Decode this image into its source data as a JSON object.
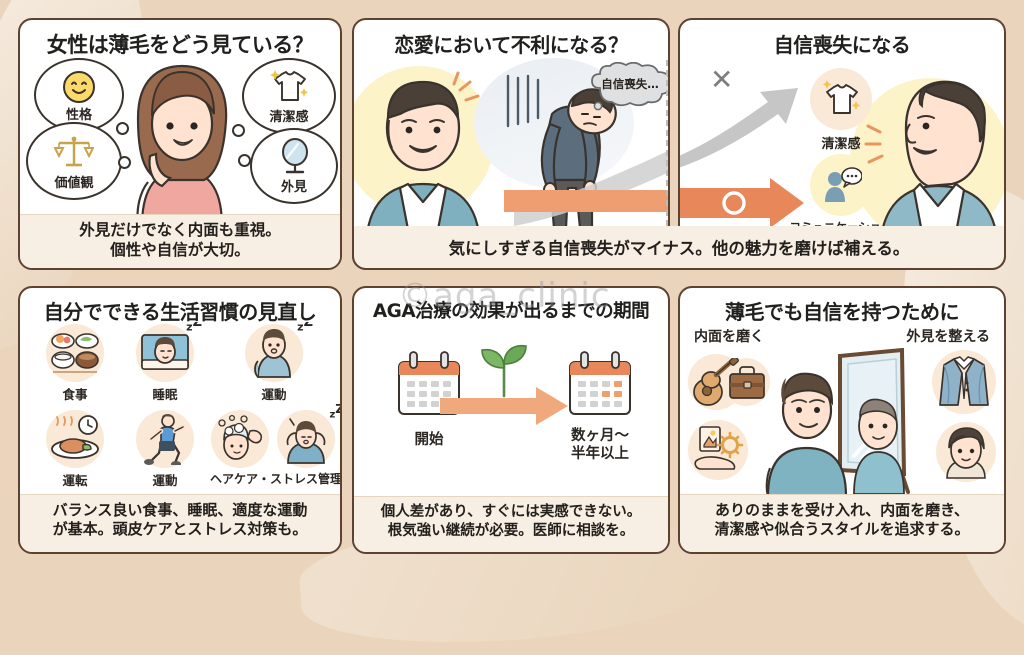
{
  "theme": {
    "background": "#ead5bc",
    "panel_border": "#5d4232",
    "panel_bg": "#ffffff",
    "caption_bg": "#f7efe3",
    "accent_orange": "#e8956a",
    "accent_gray": "#b4b4b4",
    "disc_beige": "#f6e6d4",
    "disc_yellow": "#fdf1c9"
  },
  "watermark": "©aga_clinic",
  "panels": {
    "women_view": {
      "title": "女性は薄毛をどう見ている？",
      "bubbles": [
        {
          "label": "性格",
          "icon": "smiley-face-icon"
        },
        {
          "label": "価値観",
          "icon": "balance-scale-icon"
        },
        {
          "label": "清潔感",
          "icon": "tshirt-sparkle-icon"
        },
        {
          "label": "外見",
          "icon": "hand-mirror-icon"
        }
      ],
      "center_figure": "smiling-woman-illustration",
      "caption_line1": "外見だけでなく内面も重視。",
      "caption_line2": "個性や自信が大切。"
    },
    "romance": {
      "title": "恋愛において不利になる？",
      "happy_man": "smiling-man-illustration",
      "sad_man": "slumped-man-illustration",
      "thought_bubble": "自信喪失…"
    },
    "confidence_loss": {
      "title": "自信喪失になる",
      "bad_marker": "✕",
      "good_marker": "○",
      "bad_target_label": "清潔感",
      "good_target_label": "コミュニケーション",
      "bad_target_icon": "tshirt-sparkle-icon",
      "good_target_icon": "person-speech-icon",
      "confident_man": "confident-man-profile-illustration"
    },
    "shared_caption": {
      "text_plain": "気にしすぎる自信喪失がマイナス。他の",
      "text_underlined": "魅力を磨けば補える。"
    },
    "lifestyle": {
      "title": "自分でできる生活習慣の見直し",
      "items_row1": [
        {
          "label": "食事",
          "icon": "balanced-meal-icon"
        },
        {
          "label": "睡眠",
          "icon": "sleeping-person-icon"
        },
        {
          "label": "運動",
          "icon": "yawning-person-icon"
        }
      ],
      "items_row2": [
        {
          "label": "運転",
          "icon": "hot-meal-clock-icon"
        },
        {
          "label": "運動",
          "icon": "running-person-icon"
        },
        {
          "label": "ヘアケア・ストレス管理",
          "icons": [
            "hair-wash-icon",
            "stressed-person-icon"
          ]
        }
      ],
      "caption_line1": "バランス良い食事、睡眠、適度な運動",
      "caption_line2": "が基本。頭皮ケアとストレス対策も。"
    },
    "aga_duration": {
      "title": "AGA治療の効果が出るまでの期間",
      "start_label": "開始",
      "end_label_line1": "数ヶ月〜",
      "end_label_line2": "半年以上",
      "start_icon": "calendar-icon",
      "middle_icon": "sprout-icon",
      "end_icon": "calendar-marked-icon",
      "arrow": "right-arrow",
      "caption_line1": "個人差があり、すぐには実感できない。",
      "caption_line2": "根気強い継続が必要。医師に相談を。"
    },
    "confidence_tips": {
      "title": "薄毛でも自信を持つために",
      "left_sublabel": "内面を磨く",
      "right_sublabel": "外見を整える",
      "left_icons": [
        "guitar-icon",
        "briefcase-icon",
        "skill-hand-icon"
      ],
      "right_icons": [
        "suit-jacket-icon",
        "hairstyle-icon"
      ],
      "center_figure": "man-with-mirror-illustration",
      "caption_line1": "ありのままを受け入れ、内面を磨き、",
      "caption_line2": "清潔感や似合うスタイルを追求する。"
    }
  }
}
